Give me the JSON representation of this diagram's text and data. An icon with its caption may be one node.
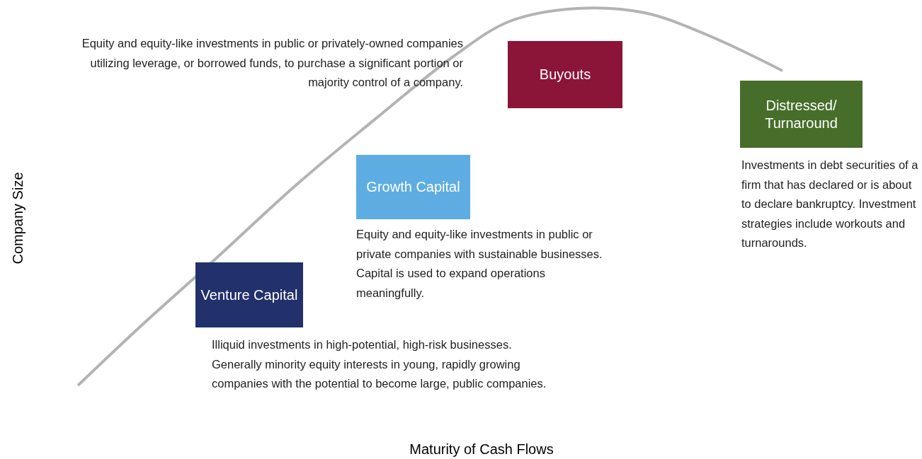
{
  "diagram": {
    "nodes": [
      {
        "text": [
          "Buyouts"
        ],
        "beside": [
          "Equity and equity-like investments in public or privately-owned companies utilizing leverage, or borrowed funds, to purchase a significant portion or majority control of a company."
        ]
      },
      {
        "text": [
          "Distressed/ Turnaround"
        ],
        "beside": [
          "Investments in debt securities of a firm that has declared or is about to declare bankruptcy. Investment strategies include workouts and turnarounds."
        ]
      },
      {
        "text": [
          "Growth Capital"
        ],
        "beside": [
          "Equity and equity-like investments in public or private companies with sustainable businesses. Capital is used to expand operations meaningfully."
        ]
      },
      {
        "text": [
          "Venture Capital"
        ],
        "beside": [
          "Illiquid investments in high-potential, high-risk businesses. Generally minority equity interests in young, rapidly growing companies with the potential to become large, public companies."
        ]
      }
    ],
    "labels": [
      "Company Size",
      "Maturity of Cash Flows"
    ]
  }
}
